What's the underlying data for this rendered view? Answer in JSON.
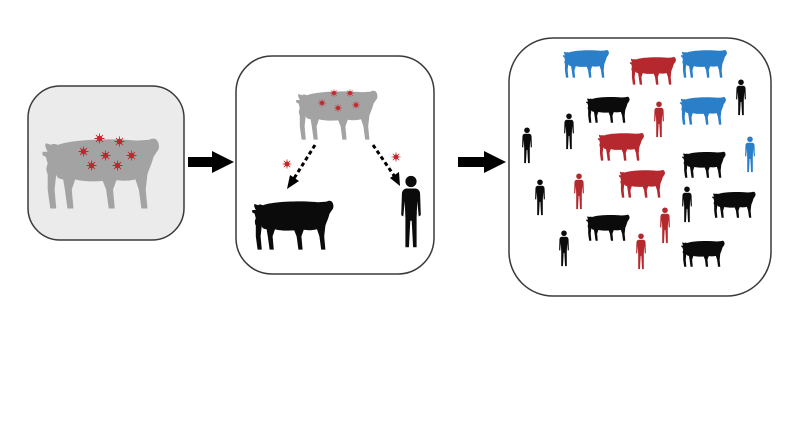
{
  "colors": {
    "background": "#ffffff",
    "panel_border": "#3a3a3a",
    "panel_fill": "#ffffff",
    "panel1_fill": "#ebebeb",
    "infected_cow": "#a3a3a3",
    "pathogen": "#c1272d",
    "healthy": "#0b0b0b",
    "red_group": "#b5282e",
    "blue_group": "#2b7fc8",
    "arrow": "#000000"
  },
  "panels": [
    {
      "name": "panel-infected-source",
      "content": "infected-cow-with-pathogens"
    },
    {
      "name": "panel-transmission",
      "content": "cow-to-cow-and-cow-to-human"
    },
    {
      "name": "panel-population-spread",
      "content": "mixed-population"
    }
  ],
  "icons": [
    "cow-icon",
    "human-icon",
    "pathogen-icon",
    "arrow-right-icon",
    "dotted-arrow-icon"
  ]
}
